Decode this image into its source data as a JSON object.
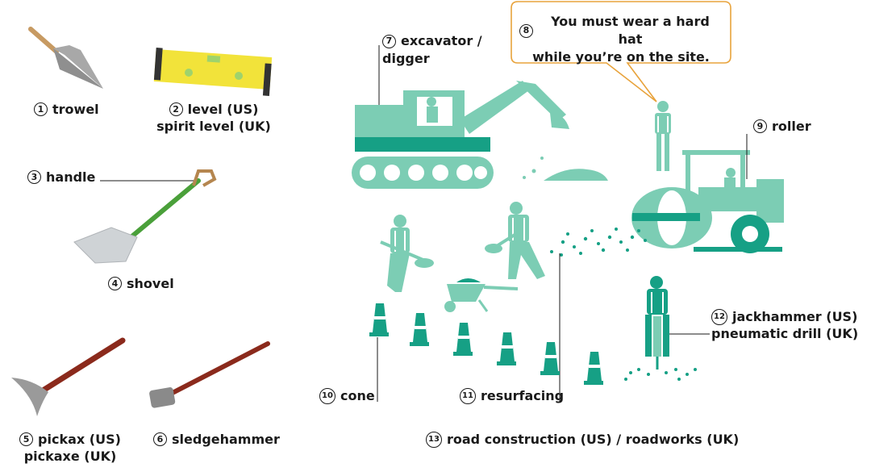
{
  "labels": {
    "trowel": {
      "num": "1",
      "text": "trowel"
    },
    "level": {
      "num": "2",
      "line1": "level (US)",
      "line2": "spirit level (UK)"
    },
    "handle": {
      "num": "3",
      "text": "handle"
    },
    "shovel": {
      "num": "4",
      "text": "shovel"
    },
    "pickax": {
      "num": "5",
      "line1": "pickax (US)",
      "line2": "pickaxe (UK)"
    },
    "sledgehammer": {
      "num": "6",
      "text": "sledgehammer"
    },
    "excavator": {
      "num": "7",
      "line1": "excavator /",
      "line2": "digger"
    },
    "hard_hat": {
      "num": "8",
      "line1": "You must wear a hard hat",
      "line2": "while you’re on the site."
    },
    "roller": {
      "num": "9",
      "text": "roller"
    },
    "cone": {
      "num": "10",
      "text": "cone"
    },
    "resurfacing": {
      "num": "11",
      "text": "resurfacing"
    },
    "jackhammer": {
      "num": "12",
      "line1": "jackhammer (US)",
      "line2": "pneumatic drill (UK)"
    },
    "road_construction": {
      "num": "13",
      "text": "road construction (US) / roadworks (UK)"
    }
  },
  "colors": {
    "teal": "#7ccdb4",
    "teal_dark": "#16a085",
    "teal_line": "#ffffff",
    "bubble_border": "#e8a33c",
    "yellow": "#f2e33a",
    "wood": "#b5864f",
    "metal": "#9a9a9a",
    "red_handle": "#8b2a1c",
    "green_handle": "#4aa03a"
  }
}
